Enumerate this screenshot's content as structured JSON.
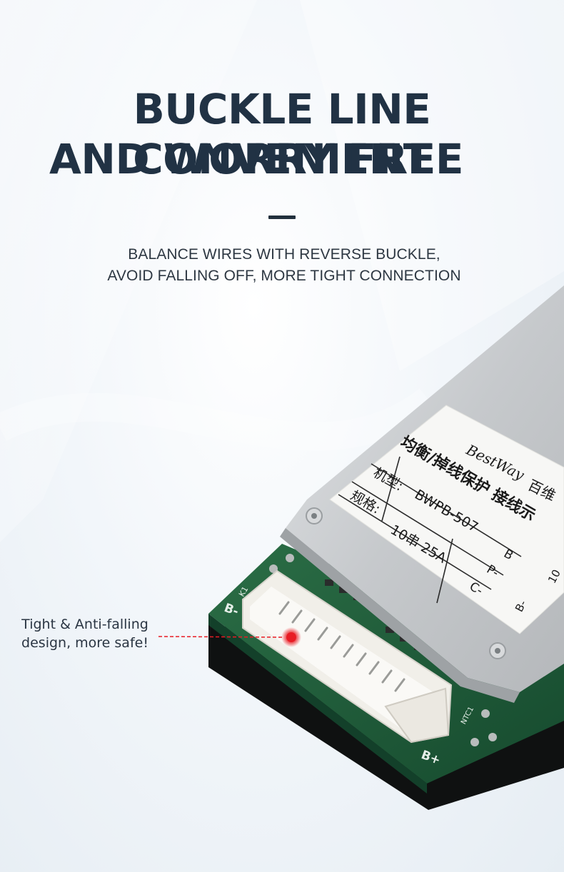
{
  "headline": {
    "line1": "BUCKLE LINE CONVENIENT",
    "line2": "AND WORRY FREE"
  },
  "subtitle": {
    "line1": "BALANCE WIRES WITH REVERSE BUCKLE,",
    "line2": "AVOID FALLING OFF, MORE TIGHT CONNECTION"
  },
  "callout": {
    "line1": "Tight & Anti-falling",
    "line2": "design, more safe!"
  },
  "label": {
    "brand": "BestWay",
    "brand_cn": "百维",
    "title_cn": "均衡/掉线保护 接线示",
    "model_key": "机型:",
    "model_value": "BWPB-507",
    "spec_key": "规格:",
    "spec_value": "10串 25A",
    "pins": [
      "B",
      "P-",
      "C-"
    ],
    "pin_b": "B-",
    "pin_10": "10"
  },
  "board_marks": {
    "b_minus": "B-",
    "b_plus": "B+",
    "ntc": "NTC1",
    "k1": "K1"
  },
  "colors": {
    "headline": "#213244",
    "accent_dot": "#e81c24",
    "pcb": "#1e5b3a",
    "plate": "#c9ccce"
  }
}
